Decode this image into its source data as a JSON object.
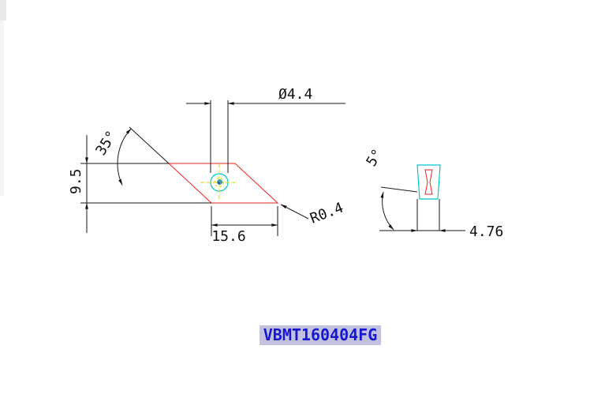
{
  "part": {
    "label": "VBMT160404FG"
  },
  "dims": {
    "hole_diameter": "Ø4.4",
    "nose_angle": "35°",
    "height": "9.5",
    "length": "15.6",
    "corner_radius": "R0.4",
    "clearance_angle": "5°",
    "thickness": "4.76"
  },
  "colors": {
    "part_outline": "#ee2222",
    "hole_circle": "#00c8c8",
    "centerline": "#d8d800",
    "dimension_lines": "#1a1a1a",
    "label_text": "#1717cf",
    "label_background": "#c2c2e0"
  }
}
